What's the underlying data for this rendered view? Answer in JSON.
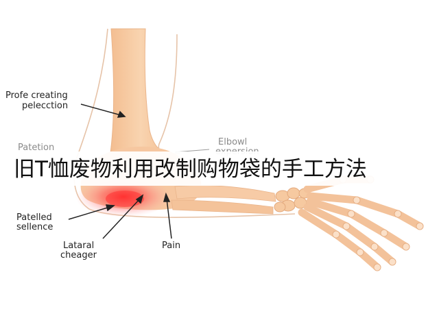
{
  "labels": {
    "profe_creating": "Profe creating",
    "pelecction": "pelecction",
    "patetion": "Patetion",
    "elbowl": "Elbowl",
    "expersion": "expersion",
    "patelled": "Patelled",
    "sellence": "sellence",
    "lateral": "Lataral",
    "cheager": "cheager",
    "pain": "Pain"
  },
  "banner": {
    "text": "旧T恤废物利用改制购物袋的手工方法"
  },
  "colors": {
    "bone": "#f6c9a0",
    "bone_outline": "#e8b083",
    "inflammation": "#ff3b3b",
    "arrow": "#222222"
  }
}
